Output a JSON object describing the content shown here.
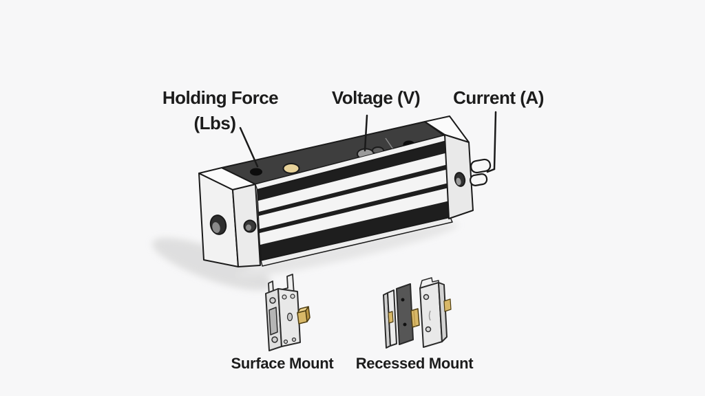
{
  "colors": {
    "background": "#f7f7f8",
    "text": "#1c1c1c",
    "outline": "#1a1a1a",
    "device_top": "#3e3e3e",
    "device_frame": "#1e1e1e",
    "body_white": "#f2f2f2",
    "gold_accent": "#e7d29a",
    "brass": "#d8b868",
    "brass_light": "#ecd28c",
    "brass_dark": "#b99544"
  },
  "device": {
    "annotations": {
      "holding_force": {
        "line1": "Holding Force",
        "line2": "(Lbs)"
      },
      "voltage": {
        "label": "Voltage (V)"
      },
      "current": {
        "label": "Current (A)"
      }
    }
  },
  "mount_types": {
    "surface": {
      "label": "Surface Mount"
    },
    "recessed": {
      "label": "Recessed Mount"
    }
  }
}
